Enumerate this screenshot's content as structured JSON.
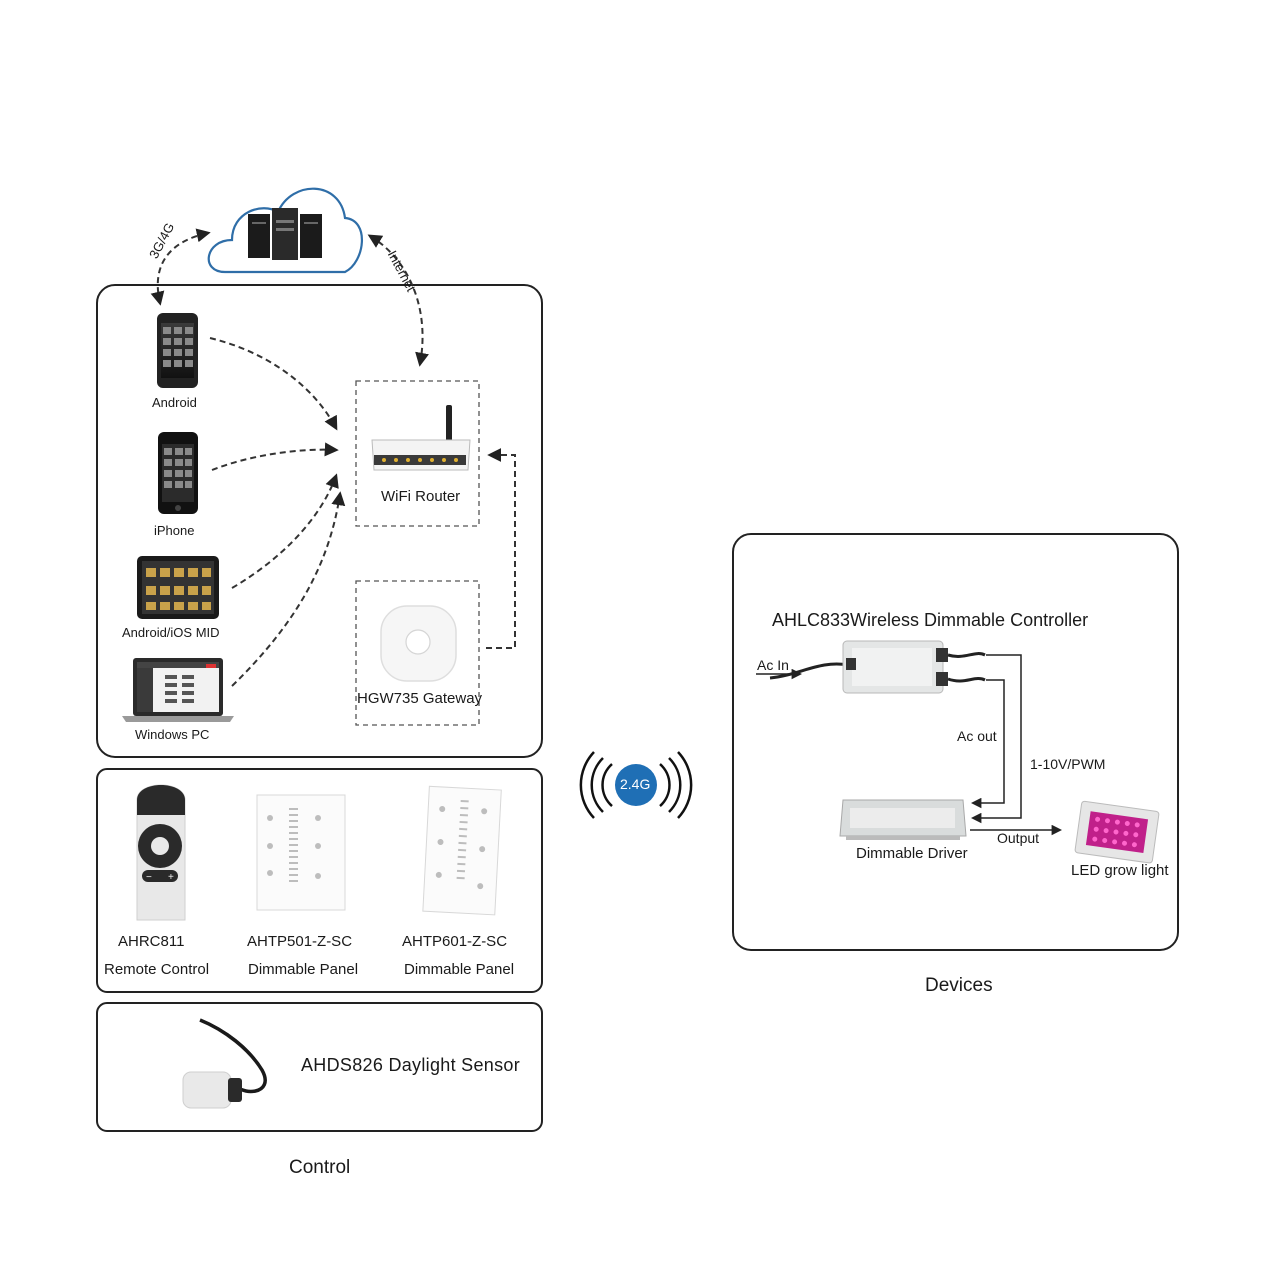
{
  "control": {
    "section_title": "Control",
    "link_3g": "3G/4G",
    "link_internet": "Internet",
    "devices": {
      "android": "Android",
      "iphone": "iPhone",
      "mid": "Android/iOS MID",
      "pc": "Windows PC"
    },
    "wifi_router": "WiFi Router",
    "gateway": "HGW735 Gateway",
    "remote_model": "AHRC811",
    "remote_desc": "Remote Control",
    "panel1_model": "AHTP501-Z-SC",
    "panel1_desc": "Dimmable Panel",
    "panel2_model": "AHTP601-Z-SC",
    "panel2_desc": "Dimmable Panel",
    "sensor": "AHDS826 Daylight Sensor"
  },
  "wireless_badge": "2.4G",
  "devices_section": {
    "section_title": "Devices",
    "controller_title": "AHLC833Wireless Dimmable Controller",
    "ac_in": "Ac In",
    "ac_out": "Ac out",
    "signal": "1-10V/PWM",
    "output": "Output",
    "driver": "Dimmable Driver",
    "led": "LED grow light"
  },
  "colors": {
    "badge": "#1f6fb5",
    "box_border": "#222222",
    "dashed": "#333333",
    "grow_light": "#c0208a"
  }
}
